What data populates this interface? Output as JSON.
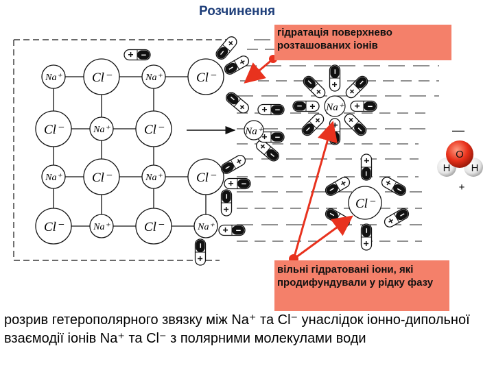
{
  "title": "Розчинення",
  "callout_top": "гідратація поверхнево розташованих іонів",
  "callout_bottom": "вільні гідратовані іони, які продифундували у рідку фазу",
  "caption": "розрив гетерополярного звязку між Na⁺ та Cl⁻ унаслідок іонно-дипольної взаємодії іонів Na⁺ та Cl⁻ з полярними молекулами води",
  "lattice": [
    [
      "Na⁺",
      "Cl⁻",
      "Na⁺",
      "Cl⁻"
    ],
    [
      "Cl⁻",
      "Na⁺",
      "Cl⁻",
      ""
    ],
    [
      "Na⁺",
      "Cl⁻",
      "Na⁺",
      "Cl⁻"
    ],
    [
      "Cl⁻",
      "Na⁺",
      "Cl⁻",
      "Na⁺"
    ]
  ],
  "free_ions": {
    "surface_na": "Na⁺",
    "hydrated_na": "Na⁺",
    "hydrated_cl": "Cl⁻"
  },
  "water_molecule": {
    "oxygen": "O",
    "hydrogen_left": "H",
    "hydrogen_right": "H",
    "minus_sign": "—",
    "plus_sign": "+"
  },
  "dipole_signs": {
    "plus": "+",
    "minus": "−"
  },
  "colors": {
    "title": "#1f3f7a",
    "callout": "#f4806a",
    "arrow": "#e8321e",
    "oxygen": "#e8301a",
    "hydrogen": "#f2f2f2"
  }
}
